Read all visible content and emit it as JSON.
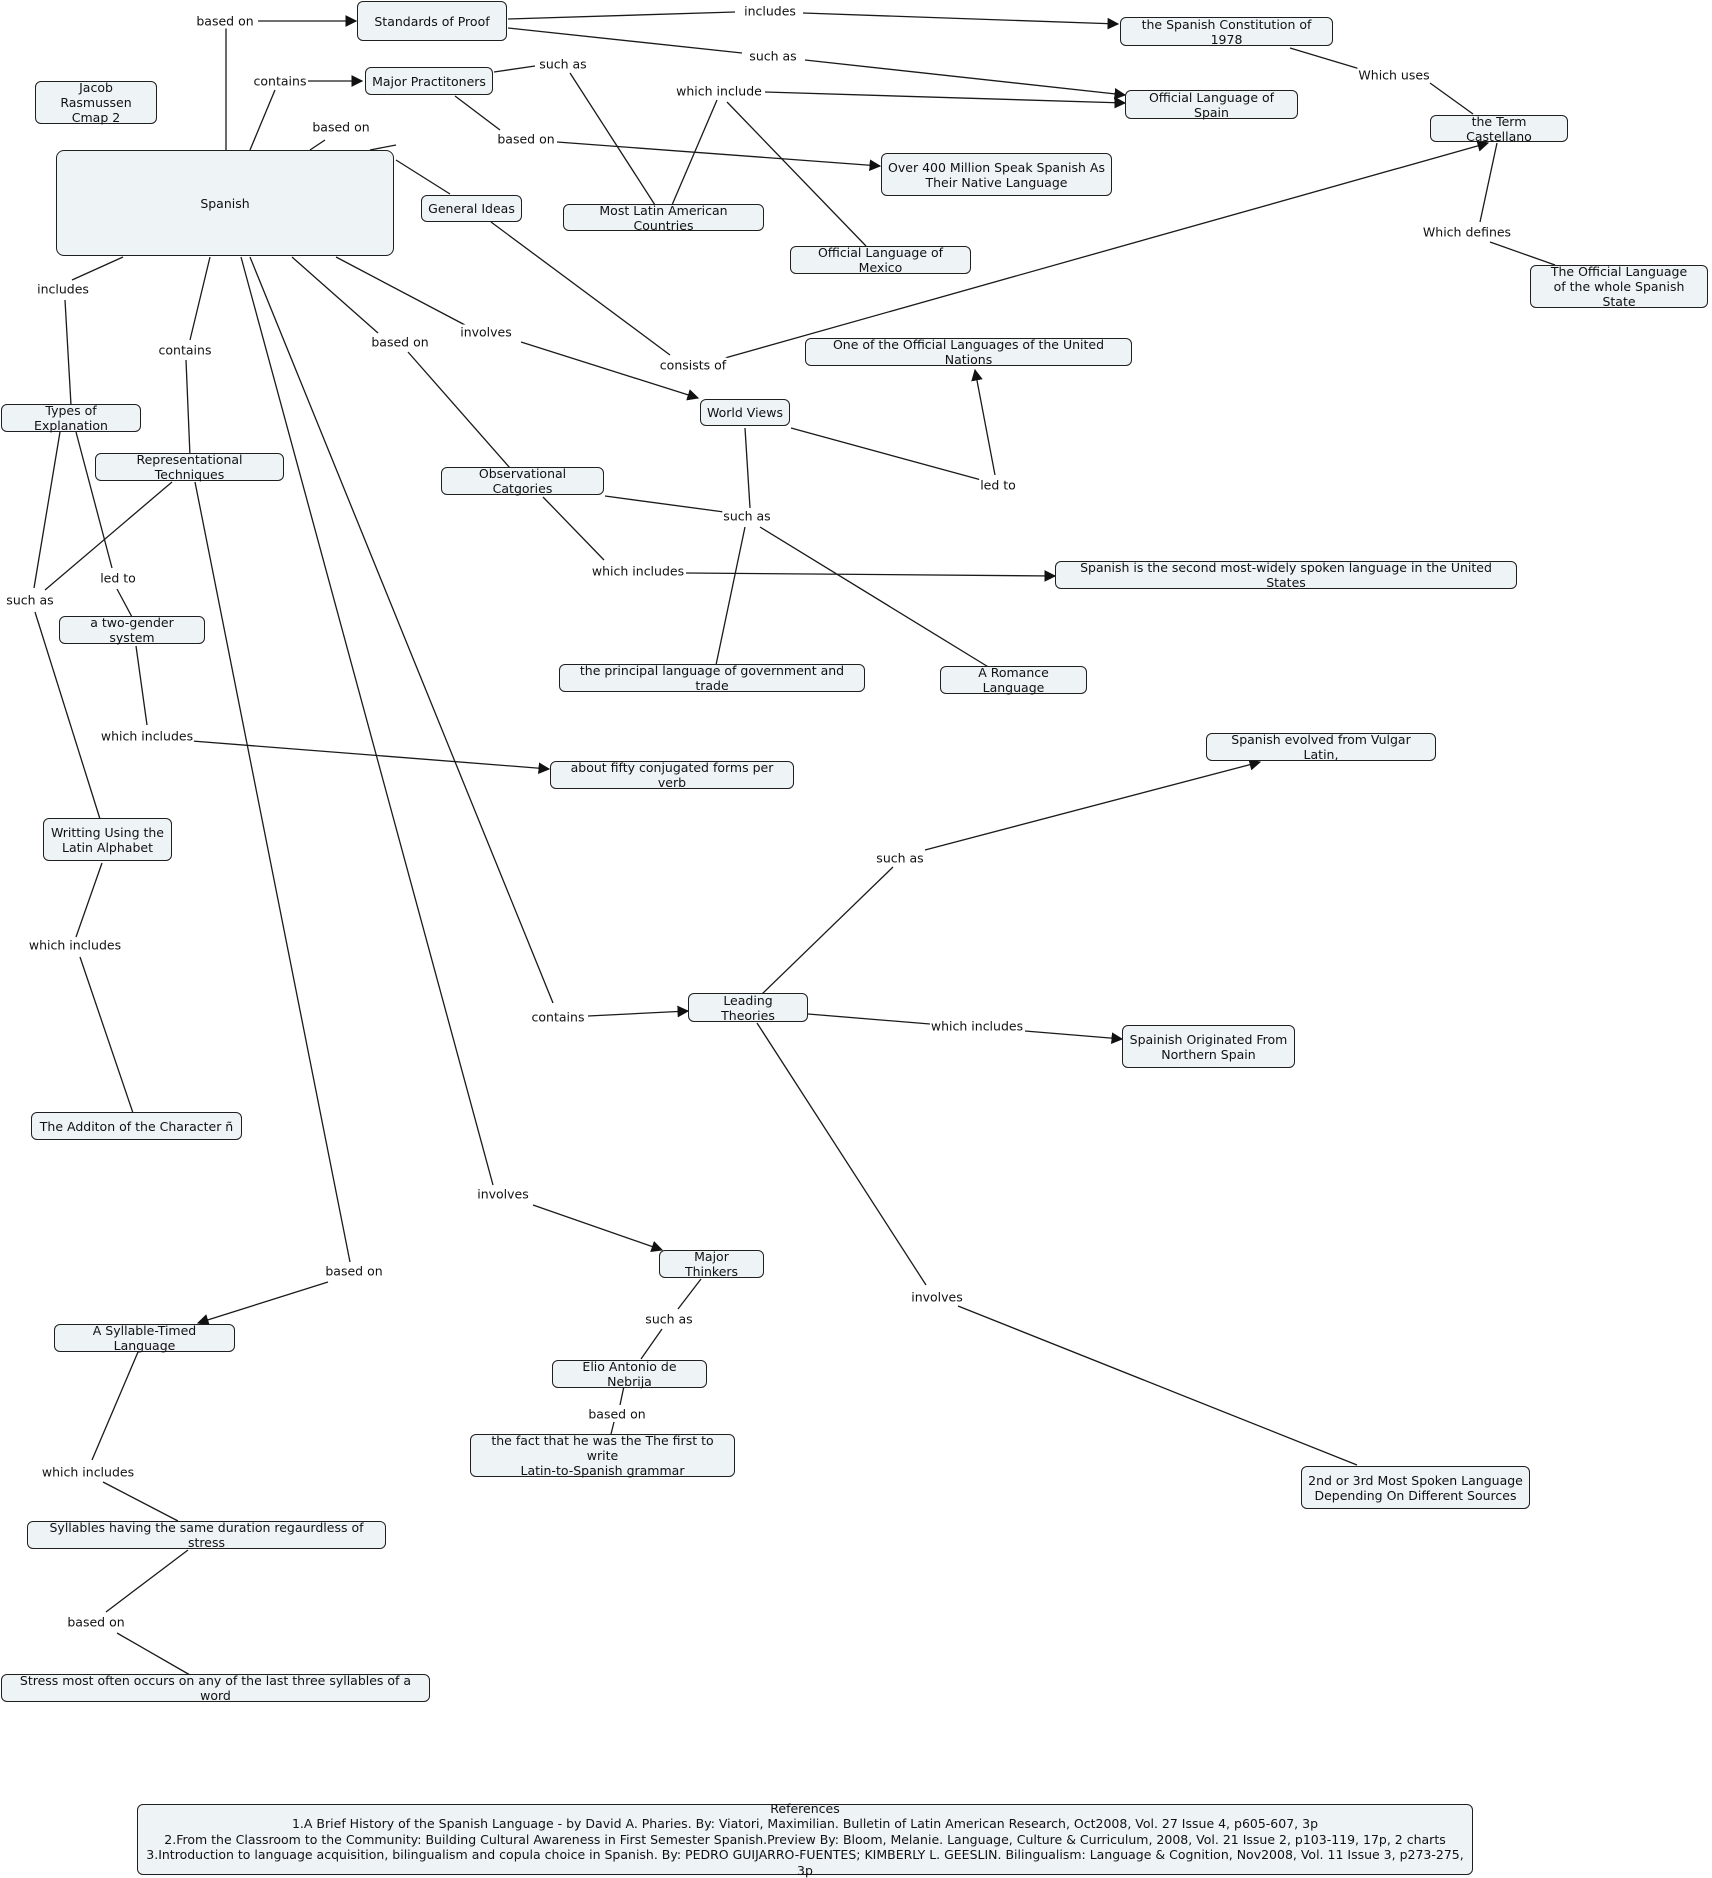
{
  "concepts": {
    "author": "Jacob Rasmussen\nCmap 2",
    "spanish": "Spanish",
    "standards": "Standards of Proof",
    "practitioners": "Major Practitoners",
    "constitution": "the Spanish Constitution of 1978",
    "official_spain": "Official Language of Spain",
    "castellano": "the Term Castellano",
    "official_state": "The Official Language\nof the whole Spanish State",
    "over400": "Over 400 Million Speak Spanish As\nTheir Native Language",
    "general_ideas": "General Ideas",
    "latin_countries": "Most Latin American Countries",
    "mexico": "Official Language of Mexico",
    "un": "One of the Official Languages of the United Nations",
    "world_views": "World Views",
    "types_explanation": "Types of Explanation",
    "representational": "Representational Techniques",
    "observational": "Observational Catgories",
    "second_us": "Spanish is the second most-widely spoken language in the United States",
    "two_gender": "a two-gender system",
    "gov_trade": "the principal language of government and trade",
    "romance": "A Romance Language",
    "fifty_forms": "about fifty conjugated forms per verb",
    "vulgar_latin": "Spanish evolved from Vulgar Latin,",
    "latin_alphabet": "Writting Using the\nLatin Alphabet",
    "leading_theories": "Leading Theories",
    "northern_spain": "Spainish Originated From\nNorthern Spain",
    "character_n": "The Additon of the Character ñ",
    "major_thinkers": "Major Thinkers",
    "syllable_timed": "A Syllable-Timed Language",
    "nebrija": "Elio Antonio de Nebrija",
    "first_grammar": "the fact that he was the The first to write\nLatin-to-Spanish grammar",
    "spoken_rank": "2nd or 3rd Most Spoken Language\nDepending On Different Sources",
    "same_duration": "Syllables having the same duration regaurdless of stress",
    "stress": "Stress most often occurs on any of the last three syllables of a word"
  },
  "links": {
    "based_on_top": "based on",
    "includes_top": "includes",
    "contains_top": "contains",
    "such_as_1": "such as",
    "such_as_2": "such as",
    "which_include": "which include",
    "which_uses": "Which uses",
    "based_on_2": "based on",
    "based_on_3": "based on",
    "which_defines": "Which defines",
    "includes_left": "includes",
    "contains_left": "contains",
    "based_on_obs": "based on",
    "involves_wv": "involves",
    "consists_of": "consists of",
    "led_to_un": "led to",
    "such_as_wv": "such as",
    "which_includes_obs": "which includes",
    "such_as_left": "such as",
    "led_to_left": "led to",
    "which_includes_fifty": "which includes",
    "such_as_vulgar": "such as",
    "which_includes_alpha": "which includes",
    "contains_lt": "contains",
    "which_includes_north": "which includes",
    "involves_mt": "involves",
    "involves_spoken": "involves",
    "based_on_syll": "based on",
    "such_as_nebrija": "such as",
    "based_on_nebrija": "based on",
    "which_includes_syll": "which includes",
    "based_on_stress": "based on"
  },
  "references": {
    "title": "References",
    "items": [
      "1.A Brief History of the Spanish Language - by David A. Pharies. By: Viatori, Maximilian. Bulletin of Latin American Research, Oct2008, Vol. 27 Issue 4, p605-607, 3p",
      "2.From the Classroom to the Community: Building Cultural Awareness in First Semester Spanish.Preview By: Bloom, Melanie. Language, Culture & Curriculum, 2008, Vol. 21 Issue 2, p103-119, 17p, 2 charts",
      "3.Introduction to language acquisition, bilingualism and copula choice in Spanish. By: PEDRO GUIJARRO-FUENTES; KIMBERLY L. GEESLIN. Bilingualism: Language & Cognition, Nov2008, Vol. 11 Issue 3, p273-275, 3p"
    ]
  }
}
